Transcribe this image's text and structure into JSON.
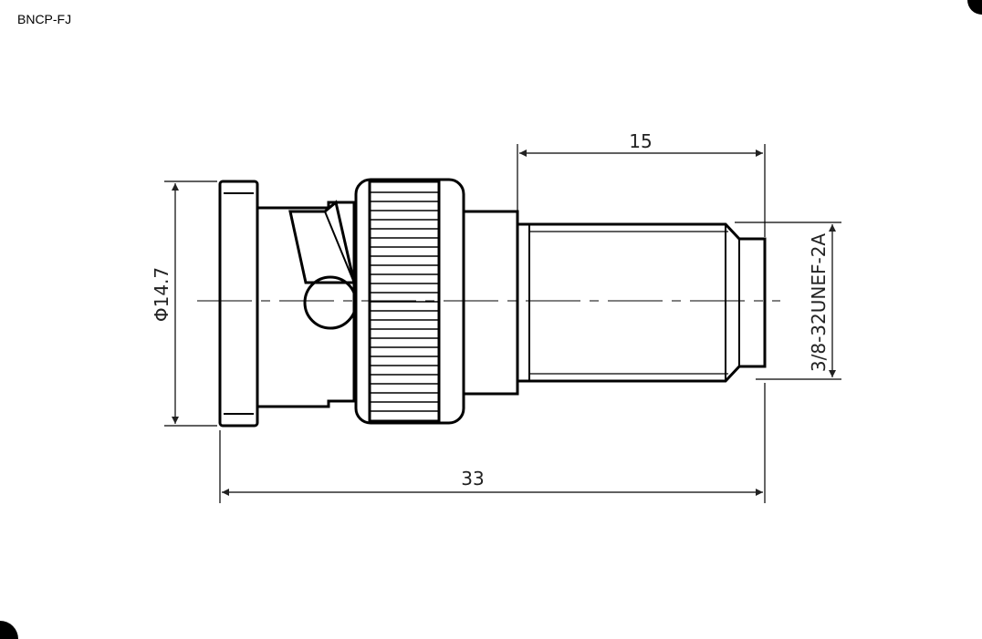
{
  "drawing": {
    "title": "BNCP-FJ",
    "dimensions": {
      "overall_length": "33",
      "thread_length": "15",
      "flange_diameter": "Φ14.7",
      "thread_spec": "3/8-32UNEF-2A"
    }
  }
}
